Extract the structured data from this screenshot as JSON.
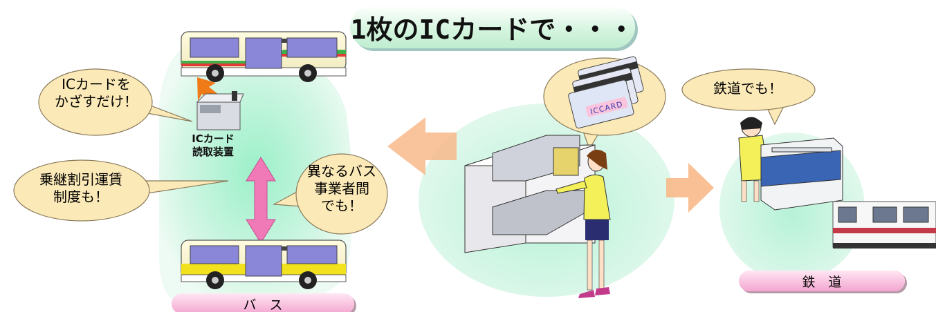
{
  "title": "1枚のICカードで・・・",
  "bubbles": {
    "card_touch": "ICカードを\nかざすだけ！",
    "transfer_discount": "乗継割引運賃\n制度も！",
    "between_operators": "異なるバス\n事業者間\nでも！",
    "railway_too": "鉄道でも！"
  },
  "reader_label": "ICカード\n読取装置",
  "card_text": "ICCARD",
  "bottom_labels": {
    "bus": "バ　ス",
    "rail": "鉄　道"
  },
  "colors": {
    "bubble_fill": "#fbe9b7",
    "bubble_stroke": "#8a7a5a",
    "blob_mint": "#c8f3dc",
    "pink_arrow": "#f07ab8",
    "orange_arrow": "#f5b27c",
    "card_pink": "#f9c4dc"
  }
}
